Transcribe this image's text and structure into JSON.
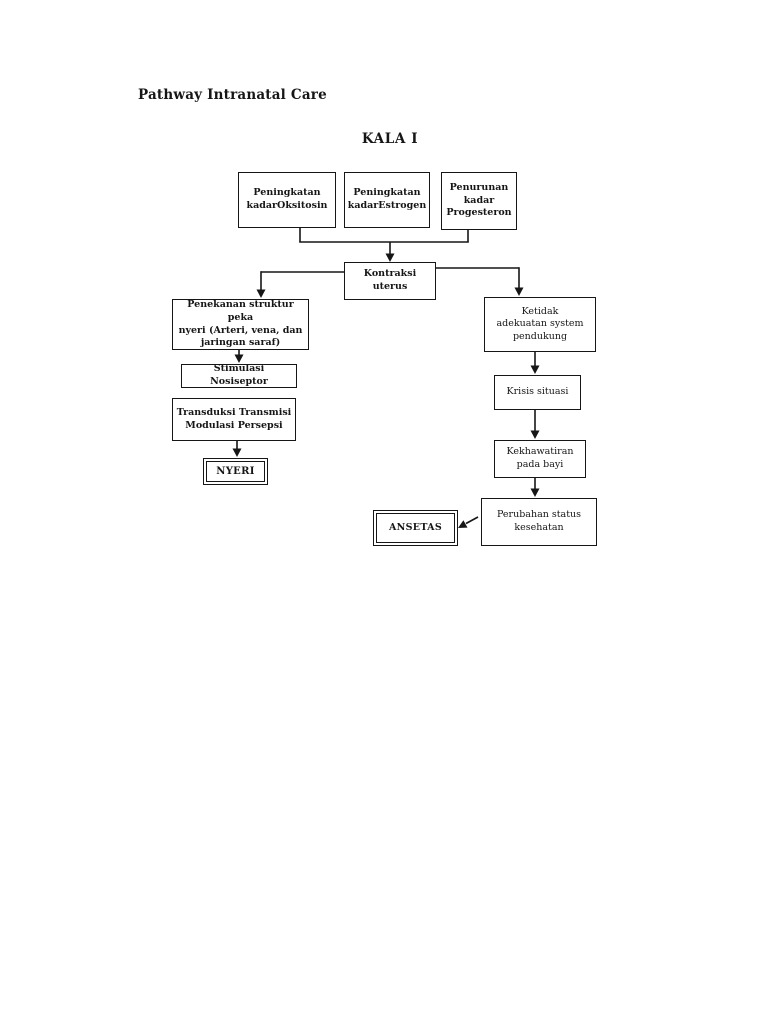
{
  "page": {
    "title": "Pathway Intranatal Care",
    "section_heading": "KALA I"
  },
  "colors": {
    "ink": "#161616",
    "paper": "#ffffff"
  },
  "flowchart": {
    "nodes": {
      "oksitosin": {
        "label": "Peningkatan\nkadarOksitosin"
      },
      "estrogen": {
        "label": "Peningkatan\nkadarEstrogen"
      },
      "progesteron": {
        "label": "Penurunan\nkadar\nProgesteron"
      },
      "kontraksi": {
        "label": "Kontraksi\nuterus"
      },
      "penekanan": {
        "label": "Penekanan struktur peka\nnyeri (Arteri, vena, dan\njaringan saraf)"
      },
      "stimulasi": {
        "label": "Stimulasi Nosiseptor"
      },
      "transduksi": {
        "label": "Transduksi Transmisi\nModulasi Persepsi"
      },
      "nyeri": {
        "label": "NYERI",
        "style": "double-border"
      },
      "ketidak": {
        "label": "Ketidak\nadekuatan system\npendukung"
      },
      "krisis": {
        "label": "Krisis situasi"
      },
      "kekhawatiran": {
        "label": "Kekhawatiran\npada bayi"
      },
      "perubahan": {
        "label": "Perubahan status\nkesehatan"
      },
      "ansetas": {
        "label": "ANSETAS",
        "style": "double-border"
      }
    },
    "edges": [
      {
        "from": "oksitosin",
        "to": "kontraksi",
        "arrow": true
      },
      {
        "from": "estrogen",
        "to": "kontraksi",
        "arrow": true
      },
      {
        "from": "progesteron",
        "to": "kontraksi",
        "arrow": true
      },
      {
        "from": "kontraksi",
        "to": "penekanan",
        "arrow": true
      },
      {
        "from": "kontraksi",
        "to": "ketidak",
        "arrow": true
      },
      {
        "from": "penekanan",
        "to": "stimulasi",
        "arrow": true
      },
      {
        "from": "stimulasi",
        "to": "transduksi",
        "arrow": false
      },
      {
        "from": "transduksi",
        "to": "nyeri",
        "arrow": true
      },
      {
        "from": "ketidak",
        "to": "krisis",
        "arrow": true
      },
      {
        "from": "krisis",
        "to": "kekhawatiran",
        "arrow": true
      },
      {
        "from": "kekhawatiran",
        "to": "perubahan",
        "arrow": true
      },
      {
        "from": "perubahan",
        "to": "ansetas",
        "arrow": true
      }
    ]
  }
}
